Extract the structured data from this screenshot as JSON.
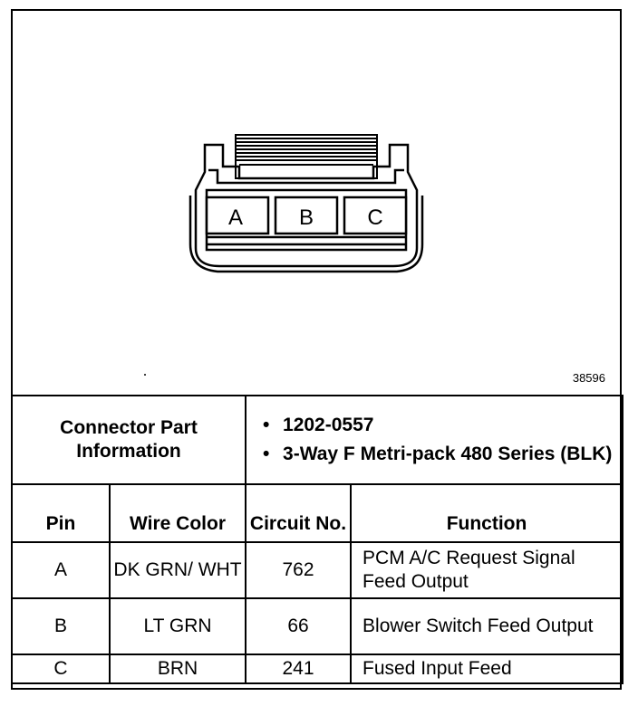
{
  "diagram": {
    "figure_number": "38596",
    "pins": [
      "A",
      "B",
      "C"
    ]
  },
  "info": {
    "label": "Connector Part Information",
    "items": [
      "1202-0557",
      "3-Way F Metri-pack 480 Series (BLK)"
    ]
  },
  "table": {
    "headers": {
      "pin": "Pin",
      "wire_color": "Wire Color",
      "circuit": "Circuit No.",
      "function": "Function"
    },
    "rows": [
      {
        "pin": "A",
        "wire_color": "DK GRN/ WHT",
        "circuit": "762",
        "function": "PCM A/C Request Signal Feed Output"
      },
      {
        "pin": "B",
        "wire_color": "LT GRN",
        "circuit": "66",
        "function": "Blower Switch Feed Output"
      },
      {
        "pin": "C",
        "wire_color": "BRN",
        "circuit": "241",
        "function": "Fused Input Feed"
      }
    ]
  }
}
